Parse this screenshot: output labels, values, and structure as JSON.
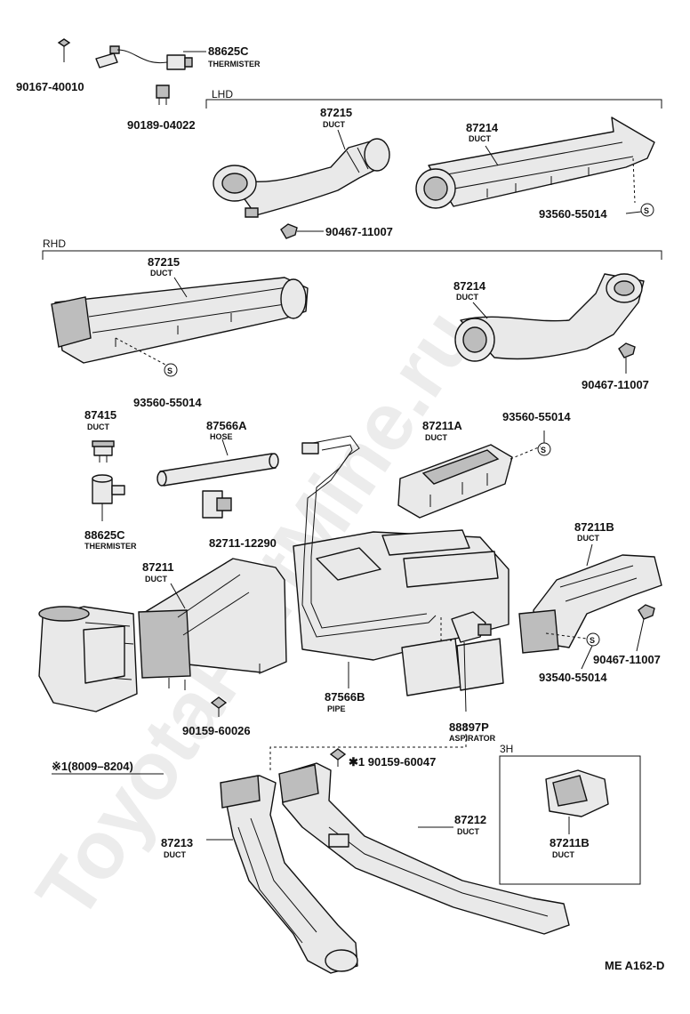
{
  "watermark": "ToyotaPartMine.ru",
  "sections": {
    "lhd": "LHD",
    "rhd": "RHD",
    "range": "※1(8009–8204)",
    "h3": "3H"
  },
  "labels": {
    "p90167": "90167-40010",
    "p88625c_top": "88625C",
    "thermister_top": "THERMISTER",
    "p90189": "90189-04022",
    "p87215_lhd": "87215",
    "duct_87215_lhd": "DUCT",
    "p87214_lhd": "87214",
    "duct_87214_lhd": "DUCT",
    "p93560_lhd": "93560-55014",
    "p90467_lhd": "90467-11007",
    "p87215_rhd": "87215",
    "duct_87215_rhd": "DUCT",
    "p87214_rhd": "87214",
    "duct_87214_rhd": "DUCT",
    "p93560_rhd": "93560-55014",
    "p90467_rhd": "90467-11007",
    "p87415": "87415",
    "duct_87415": "DUCT",
    "p87566a": "87566A",
    "hose": "HOSE",
    "p87211a": "87211A",
    "duct_87211a": "DUCT",
    "p93560_mid": "93560-55014",
    "p88625c_mid": "88625C",
    "thermister_mid": "THERMISTER",
    "p82711": "82711-12290",
    "p87211": "87211",
    "duct_87211": "DUCT",
    "p87211b": "87211B",
    "duct_87211b": "DUCT",
    "p90467_b": "90467-11007",
    "p93540": "93540-55014",
    "p90159_60026": "90159-60026",
    "p87566b": "87566B",
    "pipe": "PIPE",
    "p88897p": "88897P",
    "aspirator": "ASPIRATOR",
    "p90159_60047": "✱1 90159-60047",
    "p87212": "87212",
    "duct_87212": "DUCT",
    "p87213": "87213",
    "duct_87213": "DUCT",
    "p87211b_3h": "87211B",
    "duct_87211b_3h": "DUCT",
    "ref": "ME A162-D"
  }
}
